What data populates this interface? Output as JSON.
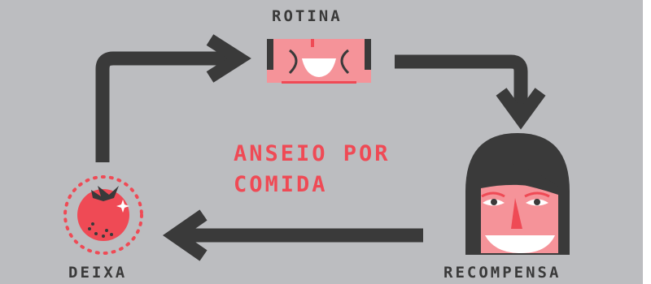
{
  "labels": {
    "routine": "ROTINA",
    "cue": "DEIXA",
    "reward": "RECOMPENSA"
  },
  "center": {
    "line1": "ANSEIO POR",
    "line2": "COMIDA"
  },
  "colors": {
    "background": "#bcbdc0",
    "dark": "#3a3a3a",
    "accent_red": "#ef4a55",
    "skin_pink": "#f59399",
    "white": "#ffffff"
  },
  "icons": {
    "routine": "eating-mouth-icon",
    "cue": "tomato-icon",
    "reward": "smiling-face-icon"
  }
}
